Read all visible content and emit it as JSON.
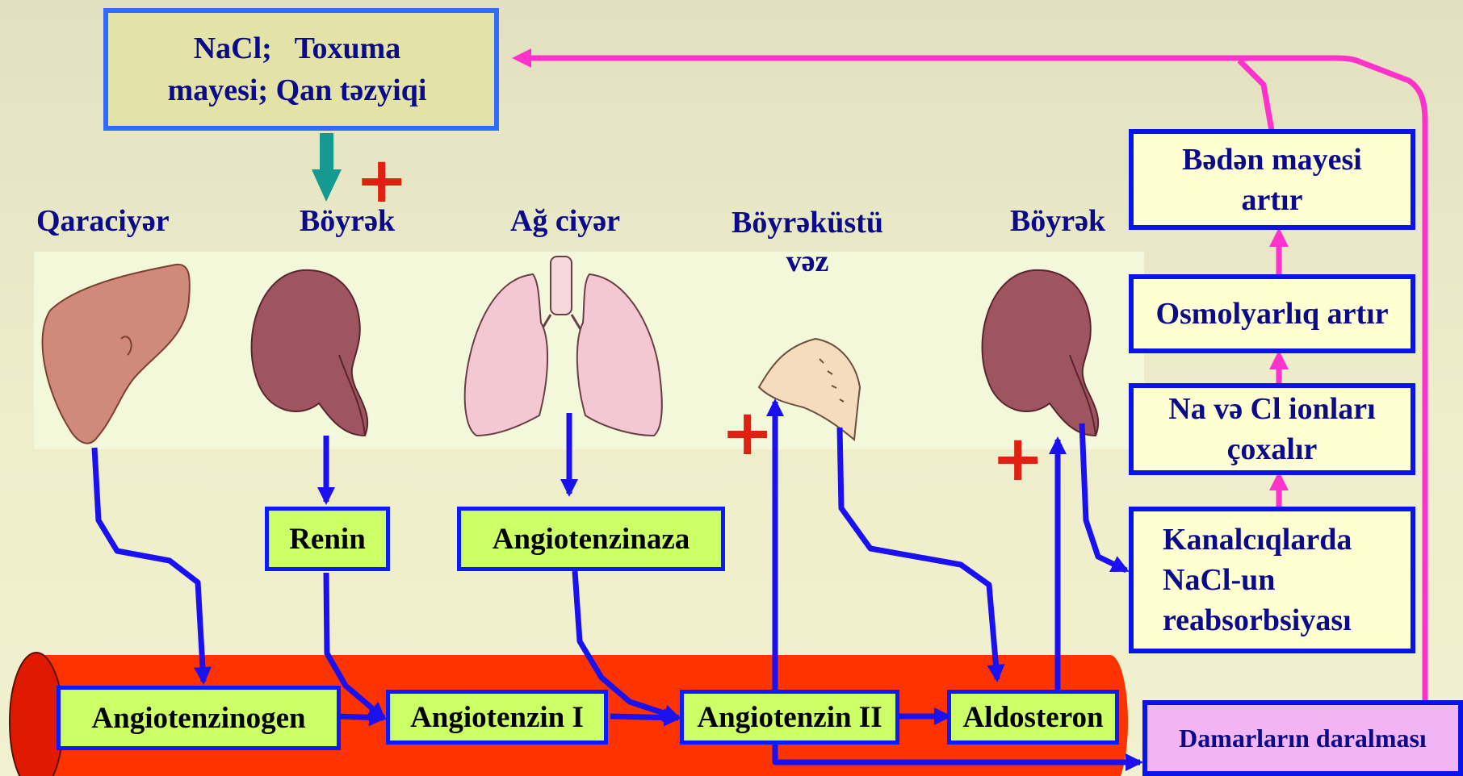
{
  "top_box": {
    "line1": "NaCl;   Toxuma",
    "line2": "mayesi; Qan təzyiqi"
  },
  "organs": {
    "liver": "Qaraciyər",
    "kidney1": "Böyrək",
    "lung": "Ağ ciyər",
    "adrenal_line1": "Böyrəküstü",
    "adrenal_line2": "vəz",
    "kidney2": "Böyrək"
  },
  "enzymes": {
    "renin": "Renin",
    "angiotensinase": "Angiotenzinaza"
  },
  "vessel_chain": [
    "Angiotenzinogen",
    "Angiotenzin I",
    "Angiotenzin II",
    "Aldosteron"
  ],
  "right_chain": {
    "reabsorption": [
      "Kanalcıqlarda",
      "NaCl-un",
      "reabsorbsiyası"
    ],
    "ions_line1": "Na və Cl ionları",
    "ions_line2": "çoxalır",
    "osmolarity": "Osmolyarlıq artır",
    "body_fluid_line1": "Bədən mayesi",
    "body_fluid_line2": "artır"
  },
  "vasoconstriction": "Damarların daralması",
  "plus_sign": "+",
  "colors": {
    "blue_arrow": "#1a10f0",
    "pink_arrow": "#ff33cc",
    "teal_arrow": "#149a90",
    "vessel_red": "#ff3300",
    "plus_red": "#e02010"
  }
}
